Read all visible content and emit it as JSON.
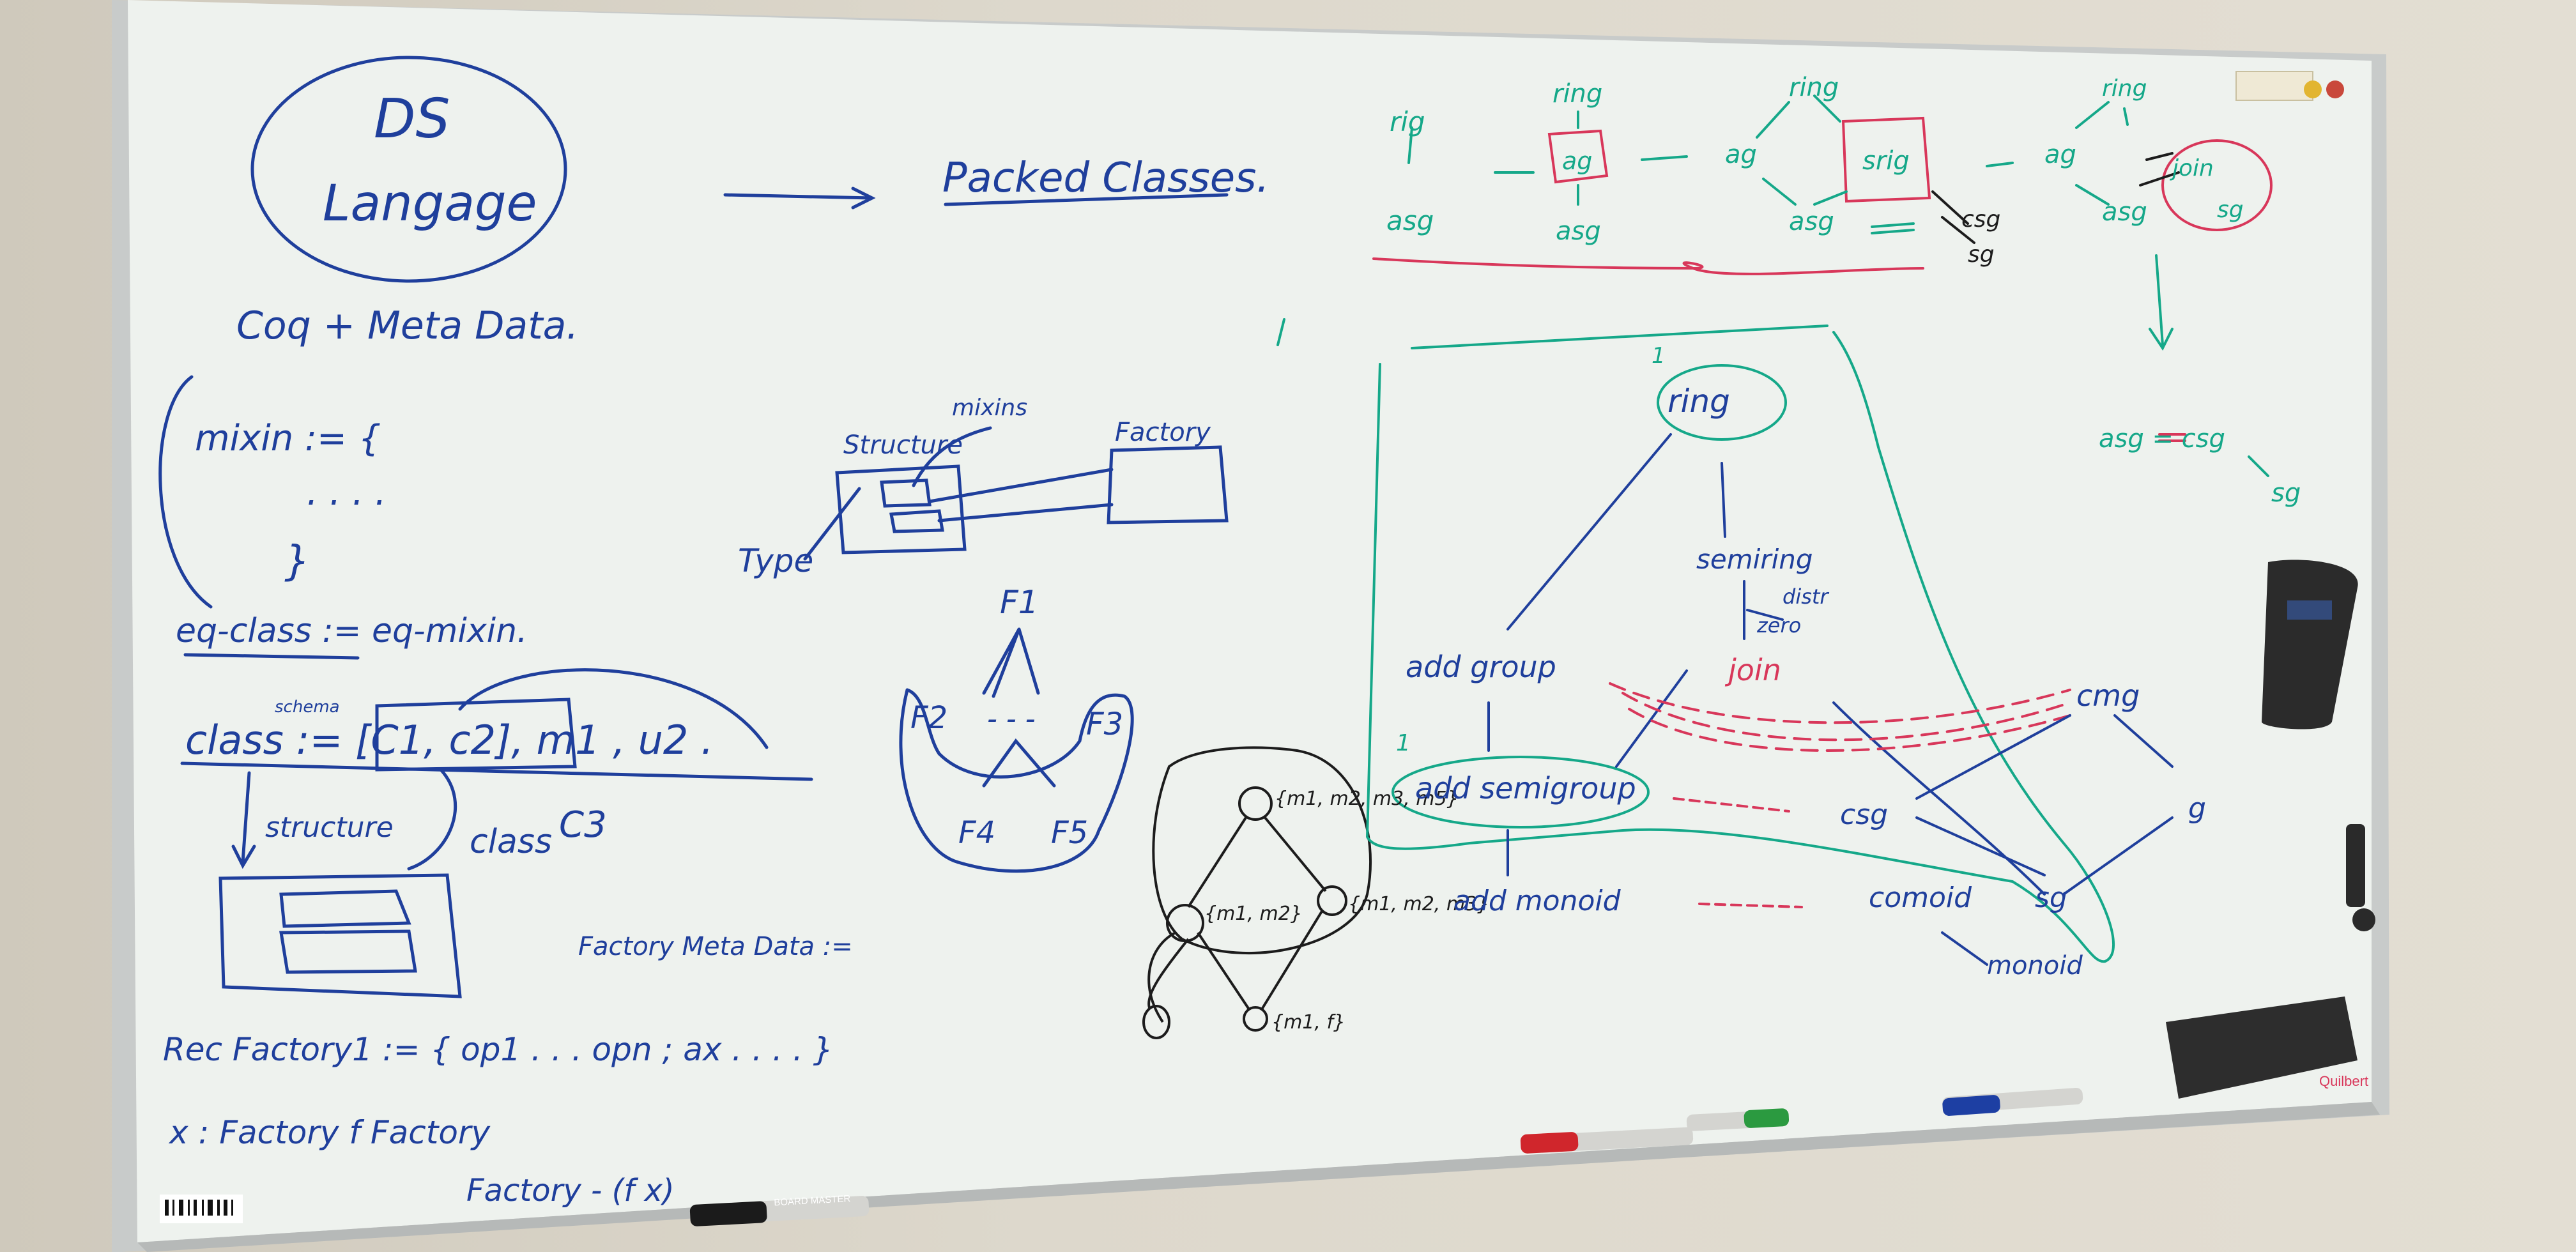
{
  "board_text": {
    "ds_language_l1": "DS",
    "ds_language_l2": "Langage",
    "coq_meta": "Coq + Meta Data.",
    "packed_classes": "Packed Classes.",
    "mixin": "mixin := {",
    "dots": ". . . .",
    "brace_close": "}",
    "eq_class": "eq-class := eq-mixin.",
    "class_schema": "class := [C1, c2], m1 , u2 .",
    "schema_sup": "schema",
    "c3": "C3",
    "class_word": "class",
    "structure": "structure",
    "factory_meta": "Factory Meta Data :=",
    "rec_factory": "Rec Factory1 := { op1 . . . opn ; ax . . . . }",
    "x_factory": "x : Factory  f  Factory",
    "factory_fx": "Factory - (f x)",
    "structure_diag": "Structure",
    "mixins_lbl": "mixins",
    "factory_diag": "Factory",
    "type_lbl": "Type",
    "f1": "F1",
    "f2": "F2",
    "f3": "F3",
    "f4": "F4",
    "f5": "F5",
    "f_dots": "- - -",
    "lattice_top": "{m1, m2, m3, m5}",
    "lattice_l": "{m1, m2}",
    "lattice_r": "{m1, m2, m3}",
    "lattice_bot": "{m1, f}",
    "top_rig": "rig",
    "top_asg": "asg",
    "top_ring": "ring",
    "top_ag": "ag",
    "top_srig": "srig",
    "top_sg": "sg",
    "top_csg": "csg",
    "top_join": "join",
    "top_asg_eq": "asg = csg",
    "n_ring": "ring",
    "n_semiring": "semiring",
    "n_distr": "distr",
    "n_zero": "zero",
    "n_join": "join",
    "n_add_group": "add group",
    "n_add_semigroup": "add semigroup",
    "n_add_monoid": "add monoid",
    "n_cmg": "cmg",
    "n_csg": "csg",
    "n_comoid": "comoid",
    "n_sg": "sg",
    "n_g": "g",
    "n_monoid": "monoid",
    "n_num1": "1",
    "n_num2": "1",
    "sticker_brand": "Quilbert",
    "marker_brand": "BOARD MASTER"
  },
  "colors": {
    "blue": "#1f3f9c",
    "green": "#15a889",
    "red": "#d8375a",
    "black": "#1c1c1c",
    "board": "#eef2ee"
  }
}
